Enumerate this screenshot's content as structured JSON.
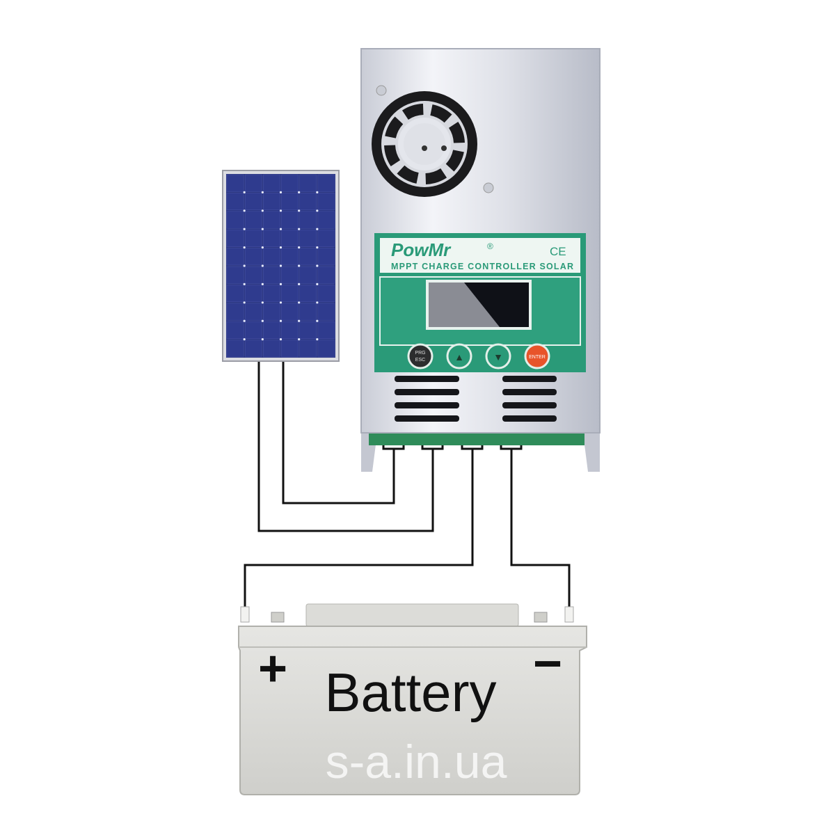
{
  "controller": {
    "brand": "PowMr",
    "registered_mark": "®",
    "certification": "CE",
    "subtitle": "MPPT CHARGE CONTROLLER SOLAR",
    "buttons": {
      "prg_esc_top": "PRG",
      "prg_esc_bottom": "ESC",
      "up": "▲",
      "down": "▼",
      "enter": "ENTER"
    }
  },
  "battery": {
    "plus": "+",
    "minus": "−",
    "label": "Battery"
  },
  "watermark": "s-a.in.ua",
  "colors": {
    "panel_green": "#2a9a78",
    "solar_blue": "#2a3580",
    "enter_orange": "#e8542a",
    "battery_gray": "#d9d9d6",
    "wire": "#111111"
  }
}
